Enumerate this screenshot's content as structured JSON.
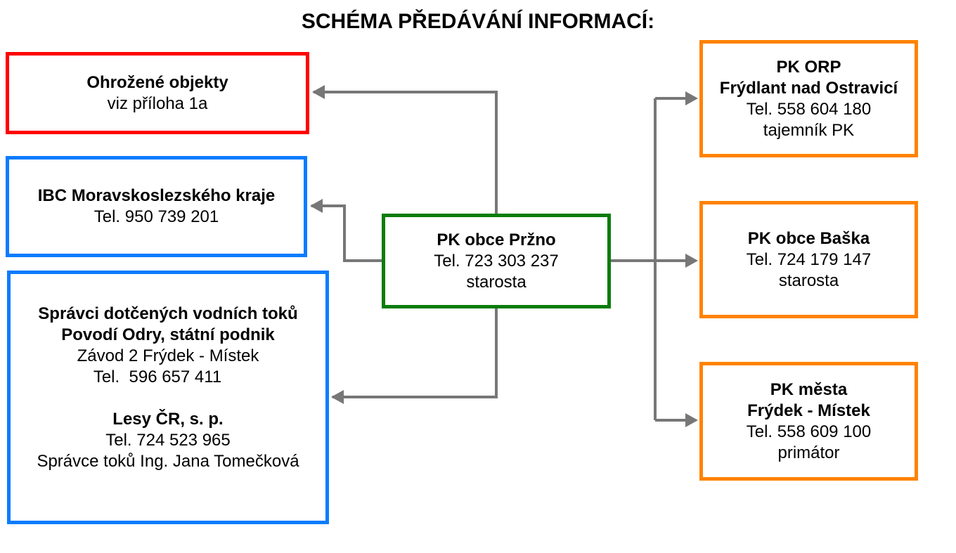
{
  "title": "SCHÉMA PŘEDÁVÁNÍ INFORMACÍ:",
  "center": {
    "name": "PK obce Pržno",
    "tel": "Tel. 723 303 237",
    "role": "starosta"
  },
  "left": {
    "threatened": {
      "name": "Ohrožené objekty",
      "note": "viz příloha 1a"
    },
    "ibc": {
      "name": "IBC Moravskoslezského kraje",
      "tel": "Tel. 950 739 201"
    },
    "water": {
      "line1": "Správci dotčených vodních toků",
      "line2": "Povodí Odry, státní podnik",
      "line3": "Závod 2 Frýdek - Místek",
      "line4": "Tel.  596 657 411",
      "line5": "Lesy ČR, s. p.",
      "line6": "Tel. 724 523 965",
      "line7": "Správce toků Ing. Jana Tomečková"
    }
  },
  "right": {
    "orp": {
      "name1": "PK ORP",
      "name2": "Frýdlant nad Ostravicí",
      "tel": "Tel. 558 604 180",
      "role": "tajemník PK"
    },
    "baska": {
      "name": "PK obce Baška",
      "tel": "Tel. 724 179 147",
      "role": "starosta"
    },
    "fm": {
      "name1": "PK města",
      "name2": "Frýdek - Místek",
      "tel": "Tel. 558 609 100",
      "role": "primátor"
    }
  },
  "colors": {
    "red": "#ff0000",
    "blue": "#0a7cff",
    "green": "#0a7d0a",
    "orange": "#ff8200",
    "arrow": "#777777"
  }
}
